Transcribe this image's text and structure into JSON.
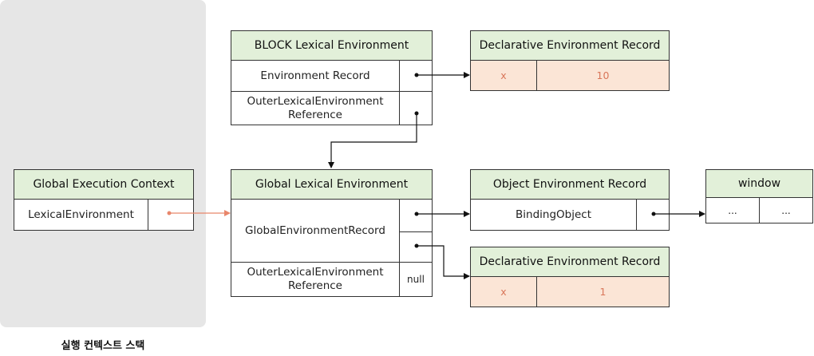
{
  "stack": {
    "caption": "실행 컨텍스트 스택"
  },
  "global_execution_context": {
    "title": "Global Execution Context",
    "field": "LexicalEnvironment"
  },
  "block_lexical_env": {
    "title": "BLOCK Lexical Environment",
    "env_record_label": "Environment Record",
    "outer_label": "OuterLexicalEnvironment Reference"
  },
  "block_decl_record": {
    "title": "Declarative Environment Record",
    "key": "x",
    "value": "10"
  },
  "global_lexical_env": {
    "title": "Global Lexical Environment",
    "record_label": "GlobalEnvironmentRecord",
    "outer_label": "OuterLexicalEnvironment Reference",
    "outer_value": "null"
  },
  "object_env_record": {
    "title": "Object Environment Record",
    "field": "BindingObject"
  },
  "window_obj": {
    "title": "window",
    "cell1": "...",
    "cell2": "..."
  },
  "global_decl_record": {
    "title": "Declarative Environment Record",
    "key": "x",
    "value": "1"
  },
  "colors": {
    "header_green": "#e2f0d9",
    "value_peach": "#fbe5d6",
    "value_text": "#d9775a",
    "panel_gray": "#e6e6e6",
    "highlight_arrow": "#e8866b"
  }
}
